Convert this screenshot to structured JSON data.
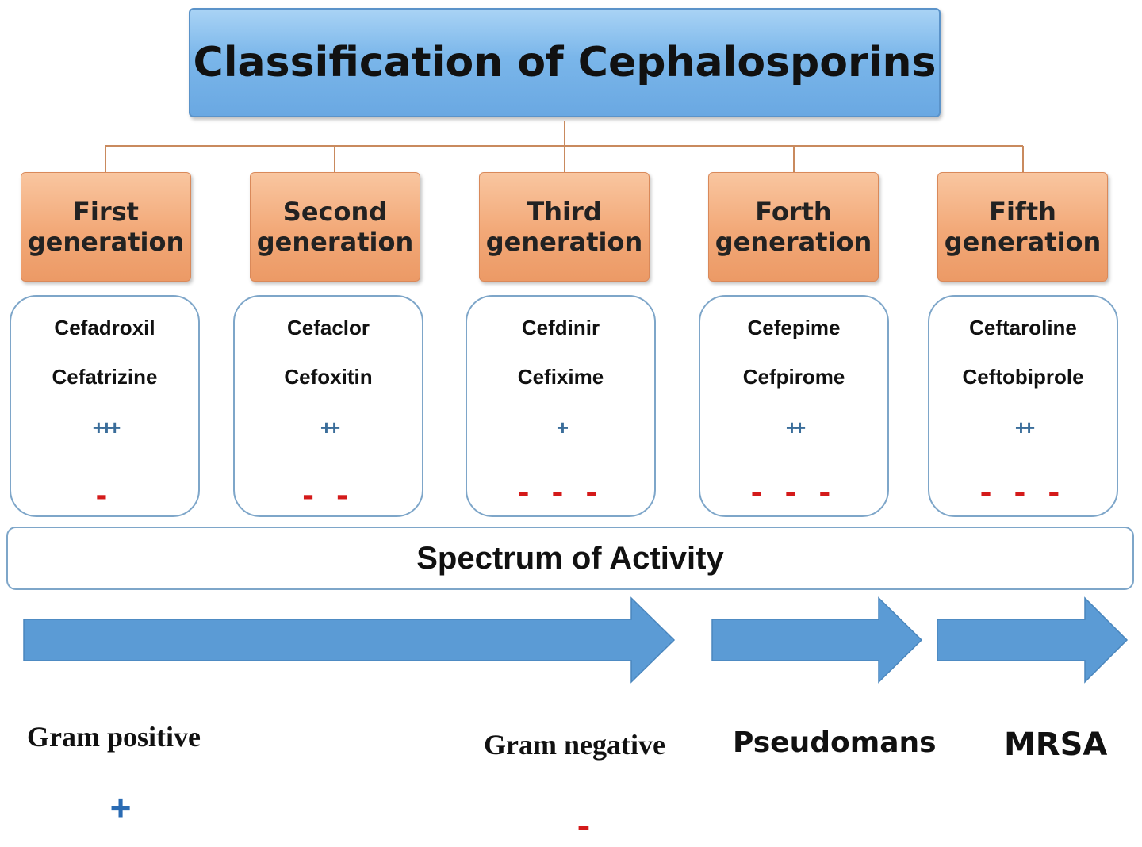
{
  "title": "Classification of Cephalosporins",
  "colors": {
    "title_fill": "#7ab6ea",
    "generation_fill": "#f2a877",
    "connector": "#c98a5e",
    "box_border": "#7ea6c9",
    "arrow_fill": "#5b9bd5",
    "positive": "#3a6d9a",
    "negative": "#d41a1a"
  },
  "generations": [
    {
      "line1": "First",
      "line2": "generation",
      "drug1": "Cefadroxil",
      "drug2": "Cefatrizine",
      "gram_positive": "+++",
      "gram_negative": "-"
    },
    {
      "line1": "Second",
      "line2": "generation",
      "drug1": "Cefaclor",
      "drug2": "Cefoxitin",
      "gram_positive": "++",
      "gram_negative": "- -"
    },
    {
      "line1": "Third",
      "line2": "generation",
      "drug1": "Cefdinir",
      "drug2": "Cefixime",
      "gram_positive": "+",
      "gram_negative": "- - -"
    },
    {
      "line1": "Forth",
      "line2": "generation",
      "drug1": "Cefepime",
      "drug2": "Cefpirome",
      "gram_positive": "++",
      "gram_negative": "- - -"
    },
    {
      "line1": "Fifth",
      "line2": "generation",
      "drug1": "Ceftaroline",
      "drug2": "Ceftobiprole",
      "gram_positive": "++",
      "gram_negative": "- - -"
    }
  ],
  "spectrum_label": "Spectrum of Activity",
  "activity_labels": {
    "gram_positive": "Gram positive",
    "gram_negative": "Gram negative",
    "pseudomonas": "Pseudomans",
    "mrsa": "MRSA"
  },
  "legend_symbols": {
    "plus": "+",
    "minus": "-"
  }
}
